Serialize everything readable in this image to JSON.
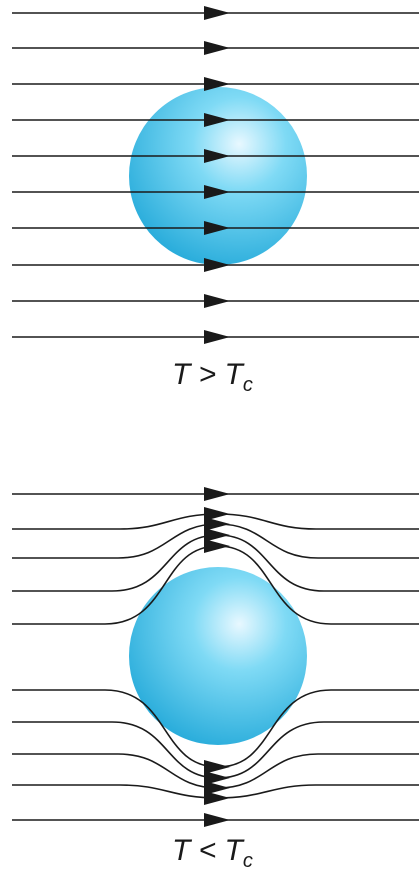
{
  "panels": {
    "normal_state": {
      "label_main": "T > T",
      "label_sub": "c"
    },
    "superconducting_state": {
      "label_main": "T < T",
      "label_sub": "c"
    }
  },
  "colors": {
    "sphere_highlight": "#e8f8ff",
    "sphere_mid": "#6fd3f2",
    "sphere_edge": "#23a9d9",
    "field_line": "#1a1a1a"
  },
  "icons": [
    "arrow-right-icon"
  ]
}
